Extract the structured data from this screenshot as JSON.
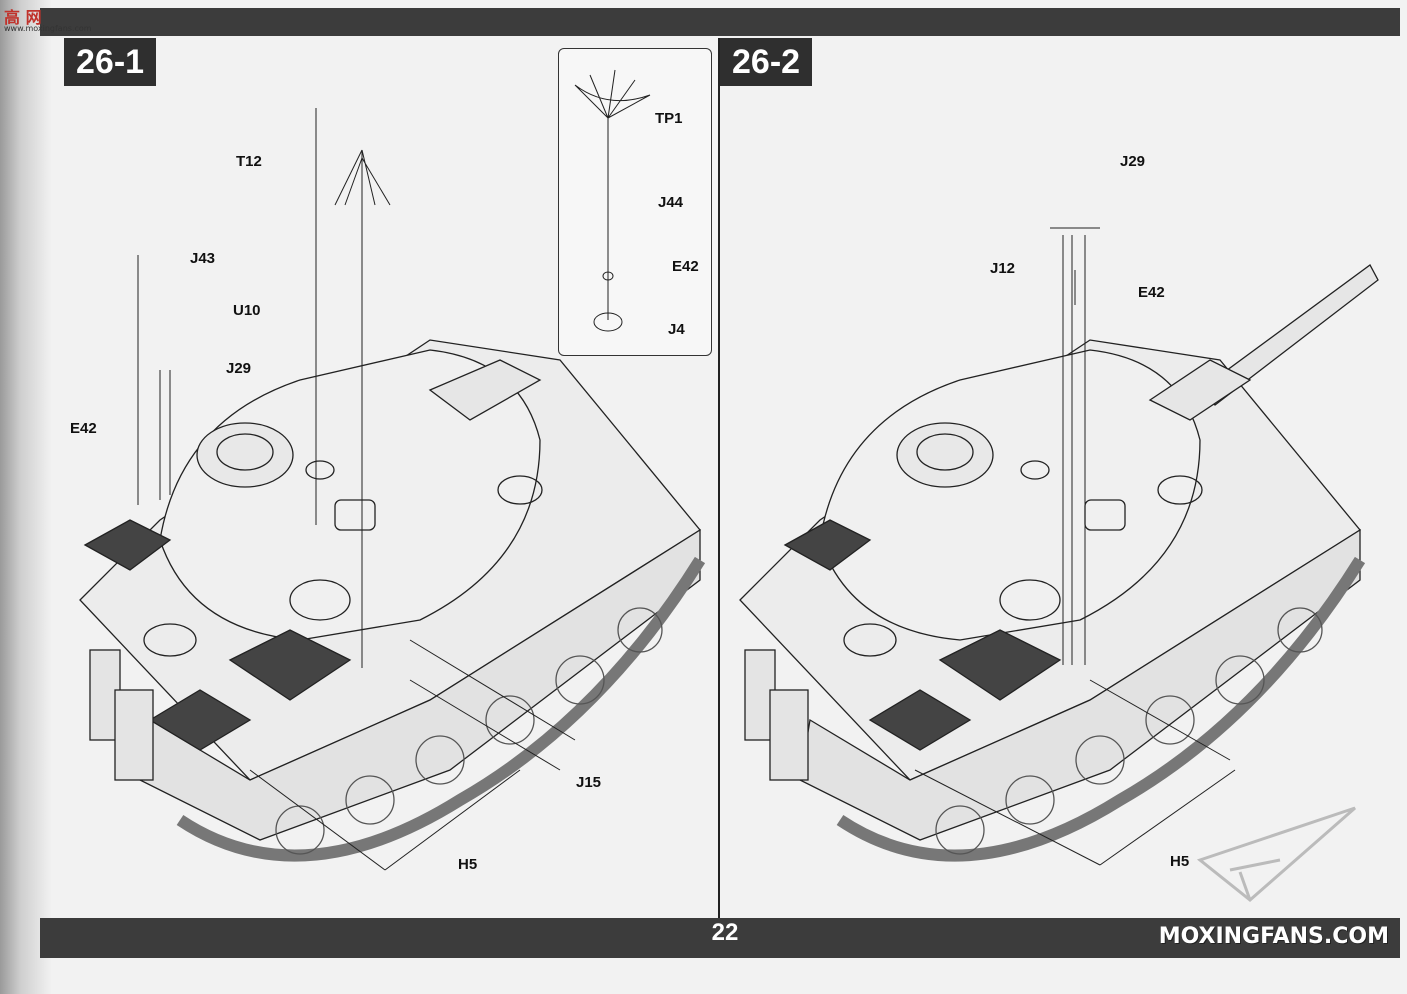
{
  "site": {
    "badge": "高 网",
    "url": "www.moxingfans.com"
  },
  "page_number": "22",
  "brand": "MOXINGFANS.COM",
  "steps": {
    "left": "26-1",
    "right": "26-2"
  },
  "parts_left": {
    "T12": "T12",
    "J43": "J43",
    "U10": "U10",
    "J29": "J29",
    "E42": "E42",
    "J15": "J15",
    "H5": "H5"
  },
  "inset": {
    "TP1": "TP1",
    "J44": "J44",
    "E42": "E42",
    "J4": "J4"
  },
  "parts_right": {
    "J29": "J29",
    "J12": "J12",
    "E42": "E42",
    "H5": "H5"
  },
  "colors": {
    "band": "#3c3c3c",
    "paper": "#f2f2f2",
    "ink": "#111111"
  }
}
